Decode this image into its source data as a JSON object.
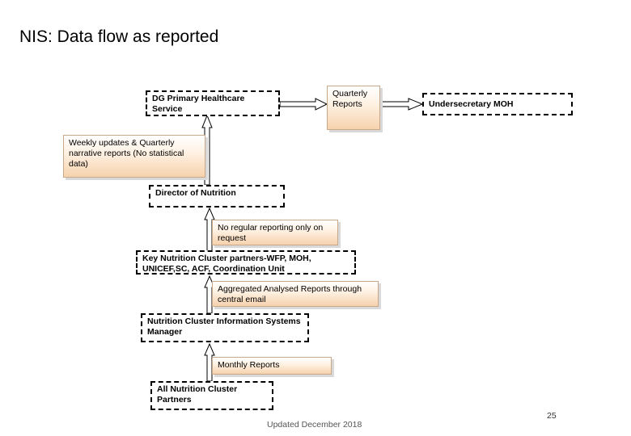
{
  "title": "NIS: Data flow as reported",
  "boxes": {
    "dg": "DG Primary Healthcare Service",
    "undersecretary": "Undersecretary MOH",
    "director": "Director of Nutrition",
    "partners_key": "Key Nutrition Cluster partners-WFP, MOH, UNICEF,SC, ACF, Coordination Unit",
    "ncis_manager": "Nutrition Cluster Information Systems Manager",
    "all_partners": "All Nutrition Cluster Partners"
  },
  "notes": {
    "quarterly_reports": "Quarterly Reports",
    "weekly_updates": "Weekly updates & Quarterly narrative reports (No statistical data)",
    "no_regular": "No regular reporting only on request",
    "aggregated": "Aggregated Analysed Reports through central email",
    "monthly": "Monthly Reports"
  },
  "footer": "Updated December 2018",
  "page_number": "25"
}
